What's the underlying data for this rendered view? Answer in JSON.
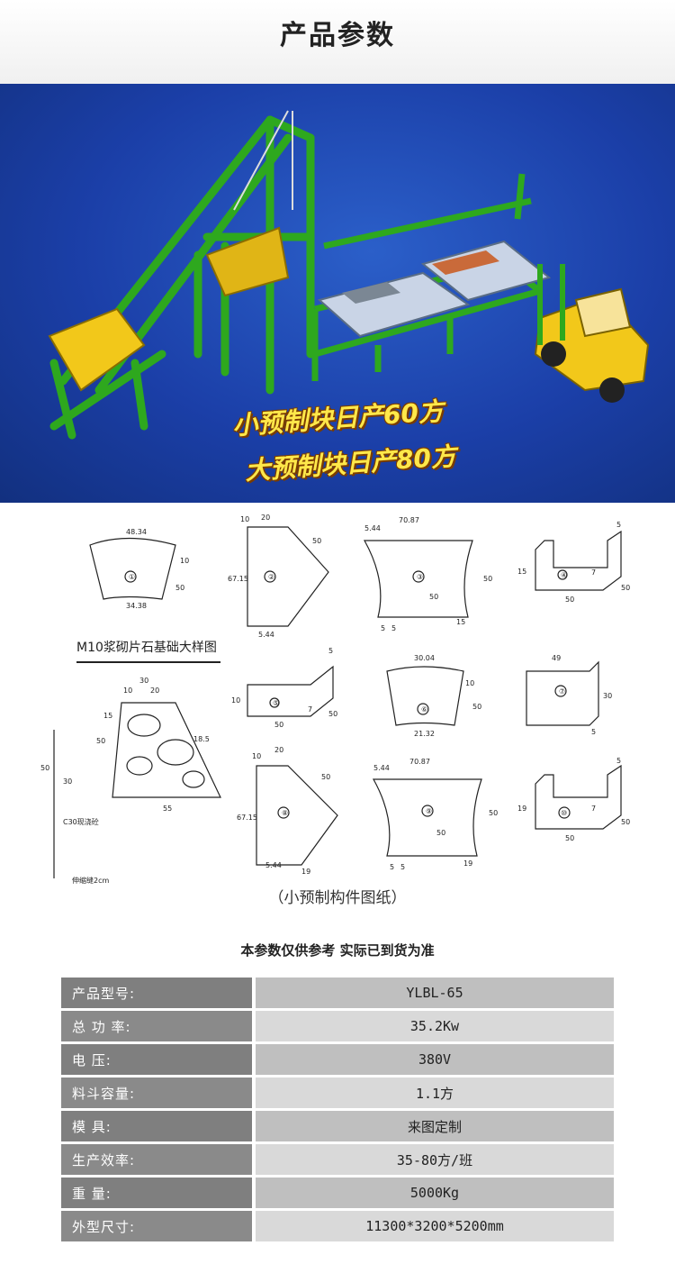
{
  "header": {
    "title": "产品参数"
  },
  "hero": {
    "line1": "小预制块日产60方",
    "line2": "大预制块日产80方"
  },
  "drawing": {
    "title": "M10浆砌片石基础大样图",
    "concrete_label": "C30现浇砼",
    "joint_label": "伸缩缝2cm",
    "parts": [
      "①",
      "②",
      "③",
      "④",
      "⑤",
      "⑥",
      "⑦",
      "⑧",
      "⑨",
      "⑩"
    ],
    "dims": {
      "p1_top": "48.34",
      "p1_bottom": "34.38",
      "p1_side": "50",
      "p1_h": "10",
      "p2_top": "20",
      "p2_left": "10",
      "p2_h": "67.15",
      "p2_diag": "50",
      "p2_b": "5.44",
      "p3_top": "70.87",
      "p3_l": "5.44",
      "p3_mid": "50",
      "p3_h": "50",
      "p3_b1": "5",
      "p3_b2": "5",
      "p3_b3": "15",
      "p4_w": "50",
      "p4_h": "15",
      "p4_d": "50",
      "p4_t": "5",
      "p4_s": "7",
      "p5_w": "50",
      "p5_d": "50",
      "p5_h": "10",
      "p5_t": "5",
      "p5_s": "7",
      "p6_top": "30.04",
      "p6_bottom": "21.32",
      "p6_side": "50",
      "p6_h": "10",
      "p7_w": "49",
      "p7_h": "30",
      "p7_d": "5",
      "p8_top": "20",
      "p8_left": "10",
      "p8_h": "67.15",
      "p8_diag": "50",
      "p8_b1": "5.44",
      "p8_b2": "19",
      "p9_top": "70.87",
      "p9_l": "5.44",
      "p9_mid": "50",
      "p9_h": "50",
      "p9_b1": "5",
      "p9_b2": "5",
      "p9_b3": "19",
      "p10_w": "50",
      "p10_h": "19",
      "p10_d": "50",
      "p10_t": "5",
      "p10_s": "7",
      "stone_top": "30",
      "stone_a": "10",
      "stone_b": "20",
      "stone_h": "50",
      "stone_side": "15",
      "stone_bottom": "55",
      "stone_diag": "18.5",
      "left_50": "50",
      "left_30": "30"
    }
  },
  "caption": "（小预制构件图纸）",
  "note": "本参数仅供参考 实际已到货为准",
  "params": [
    {
      "label": "产品型号:",
      "value": "YLBL-65"
    },
    {
      "label": "总 功 率:",
      "value": "35.2Kw"
    },
    {
      "label": "电    压:",
      "value": "380V"
    },
    {
      "label": "料斗容量:",
      "value": "1.1方"
    },
    {
      "label": "模    具:",
      "value": "来图定制"
    },
    {
      "label": "生产效率:",
      "value": "35-80方/班"
    },
    {
      "label": "重    量:",
      "value": "5000Kg"
    },
    {
      "label": "外型尺寸:",
      "value": "11300*3200*5200mm"
    }
  ],
  "colors": {
    "frame_green": "#2ea81e",
    "hopper_yellow": "#f2c81a",
    "hero_blue": "#1b3fa8",
    "hero_text": "#ffe84a"
  }
}
